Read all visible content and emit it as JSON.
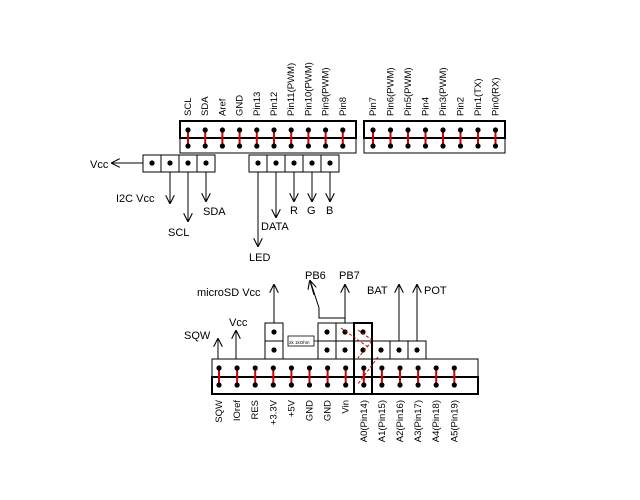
{
  "top_header_labels": [
    "SCL",
    "SDA",
    "Aref",
    "GND",
    "Pin13",
    "Pin12",
    "Pin11(PWM)",
    "Pin10(PWM)",
    "Pin9(PWM)",
    "Pin8"
  ],
  "top_right_labels": [
    "Pin7",
    "Pin6(PWM)",
    "Pin5(PWM)",
    "Pin4",
    "Pin3(PWM)",
    "Pin2",
    "Pin1(TX)",
    "Pin0(RX)"
  ],
  "top_signals": {
    "vcc": "Vcc",
    "i2c_vcc": "I2C Vcc",
    "scl": "SCL",
    "sda": "SDA",
    "led": "LED",
    "data": "DATA",
    "r": "R",
    "g": "G",
    "b": "B"
  },
  "bottom_header_labels": [
    "SQW",
    "IOref",
    "RES",
    "+3.3V",
    "+5V",
    "GND",
    "GND",
    "Vin",
    "A0(Pin14)",
    "A1(Pin15)",
    "A2(Pin16)",
    "A3(Pin17)",
    "A4(Pin18)",
    "A5(Pin19)"
  ],
  "bottom_signals": {
    "sqw": "SQW",
    "vcc": "Vcc",
    "microsd_vcc": "microSD Vcc",
    "pb6": "PB6",
    "pb7": "PB7",
    "bat": "BAT",
    "pot": "POT"
  },
  "component_label": "2k 1kOhm"
}
